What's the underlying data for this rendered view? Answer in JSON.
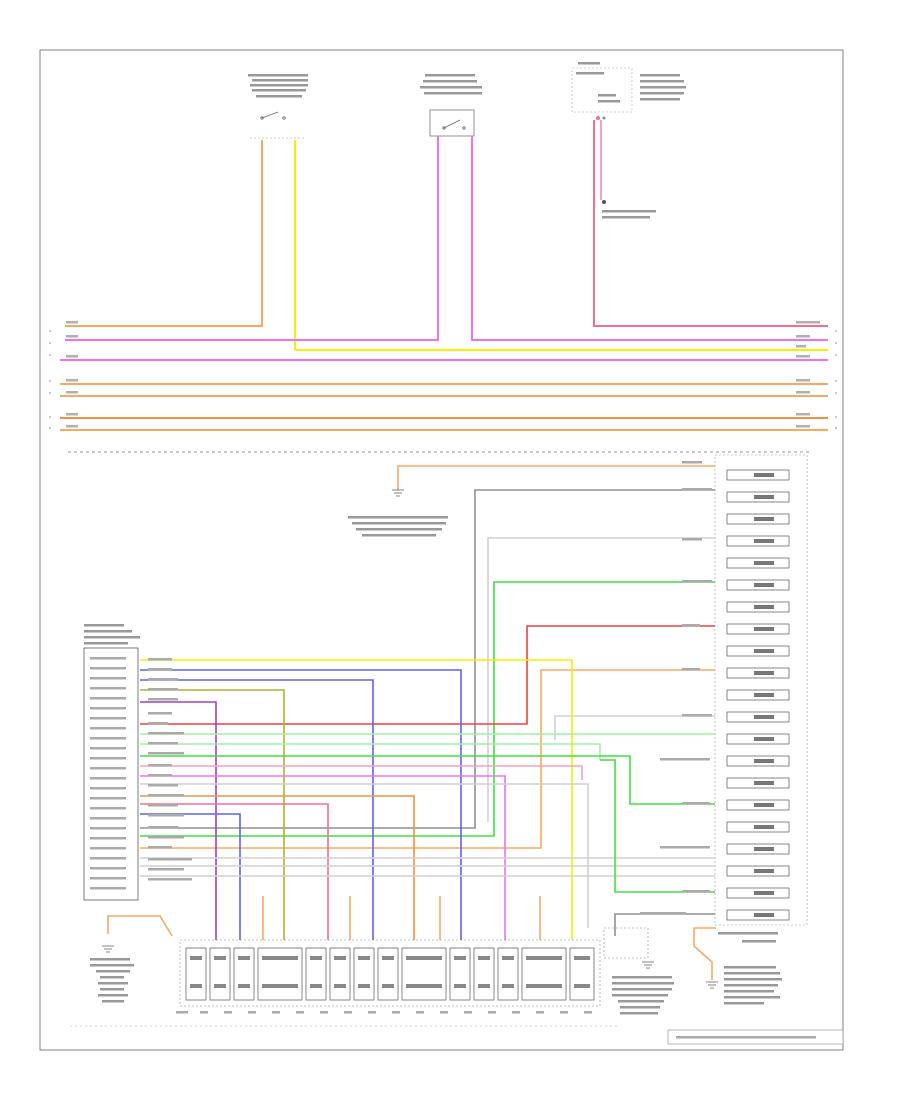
{
  "diagram_id": "",
  "footer_caption": "",
  "colors": {
    "orange": "#f8a860",
    "yellow": "#f4f000",
    "pink": "#f070f0",
    "red_pink": "#f07090",
    "light_pink": "#f8a0c0",
    "orange_dark": "#f09040",
    "green": "#40e040",
    "light_green": "#a0f0a0",
    "blue": "#6060f0",
    "red": "#f04040",
    "olive": "#b0b030",
    "purple": "#a040c0",
    "gray": "#909090",
    "frame": "#808080"
  },
  "components": [
    {
      "id": "top-left-module",
      "icon": "switch-icon"
    },
    {
      "id": "top-center-module",
      "icon": "switch-icon"
    },
    {
      "id": "top-right-sensor",
      "icon": "sensor-icon"
    },
    {
      "id": "splice-ground",
      "icon": "ground-icon"
    },
    {
      "id": "left-control-module",
      "icon": "connector-block"
    },
    {
      "id": "right-connector-block",
      "icon": "connector-block"
    },
    {
      "id": "bottom-connector-row",
      "icon": "connector-block"
    },
    {
      "id": "bottom-left-ground",
      "icon": "ground-icon"
    },
    {
      "id": "bottom-right-ground",
      "icon": "ground-icon"
    }
  ]
}
